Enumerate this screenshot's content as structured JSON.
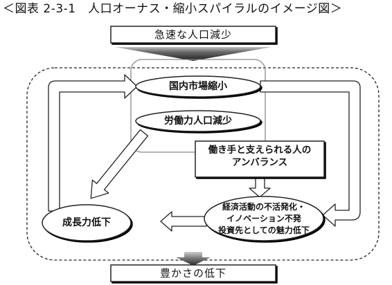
{
  "figure": {
    "title": "＜図表 2-3-1　人口オーナス・縮小スパイラルのイメージ図＞"
  },
  "top_box": {
    "label": "急速な人口減少"
  },
  "nodes": {
    "market": "国内市場縮小",
    "labor": "労働力人口減少",
    "imbalance": [
      "働き手と支えられる人の",
      "アンバランス"
    ],
    "growth": "成長力低下",
    "economy": [
      "経済活動の不活発化・",
      "イノベーション不発",
      "投資先としての魅力低下"
    ]
  },
  "bottom_box": {
    "label": "豊かさの低下"
  }
}
